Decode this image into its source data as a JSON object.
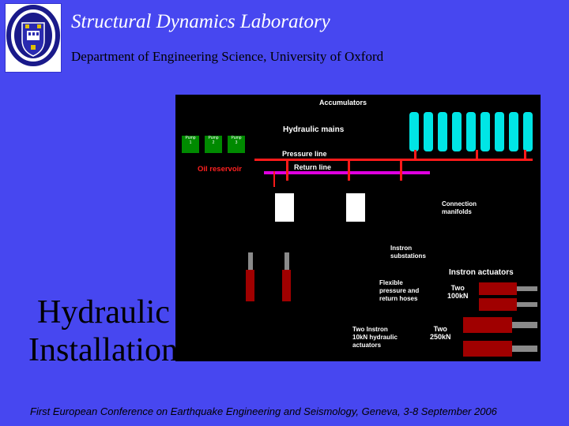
{
  "header": {
    "title": "Structural Dynamics Laboratory",
    "department": "Department of Engineering Science, University of Oxford"
  },
  "slide_title": {
    "line1": "Hydraulic",
    "line2": "Installation"
  },
  "diagram": {
    "accumulators": "Accumulators",
    "hydraulic_mains": "Hydraulic mains",
    "pressure_line": "Pressure line",
    "oil_reservoir": "Oil reservoir",
    "return_line": "Return line",
    "pumps": [
      {
        "line1": "Pump",
        "line2": "1"
      },
      {
        "line1": "Pump",
        "line2": "2"
      },
      {
        "line1": "Pump",
        "line2": "3"
      }
    ],
    "connection_manifolds": [
      "Connection",
      "manifolds"
    ],
    "instron_substations": [
      "Instron",
      "substations"
    ],
    "instron_actuators": "Instron actuators",
    "flexible_hoses": [
      "Flexible",
      "pressure and",
      "return hoses"
    ],
    "two_100kn": [
      "Two",
      "100kN"
    ],
    "two_instron_10kn": [
      "Two Instron",
      "10kN hydraulic",
      "actuators"
    ],
    "two_250kn": [
      "Two",
      "250kN"
    ]
  },
  "footer": "First European Conference on Earthquake Engineering and Seismology, Geneva, 3-8 September 2006",
  "colors": {
    "background": "#4747f0",
    "diagram_bg": "#000000",
    "pressure_line": "#ff1a1a",
    "return_line": "#e000e0",
    "accumulator": "#00e5e5",
    "pump": "#008a00",
    "actuator": "#a00000"
  }
}
